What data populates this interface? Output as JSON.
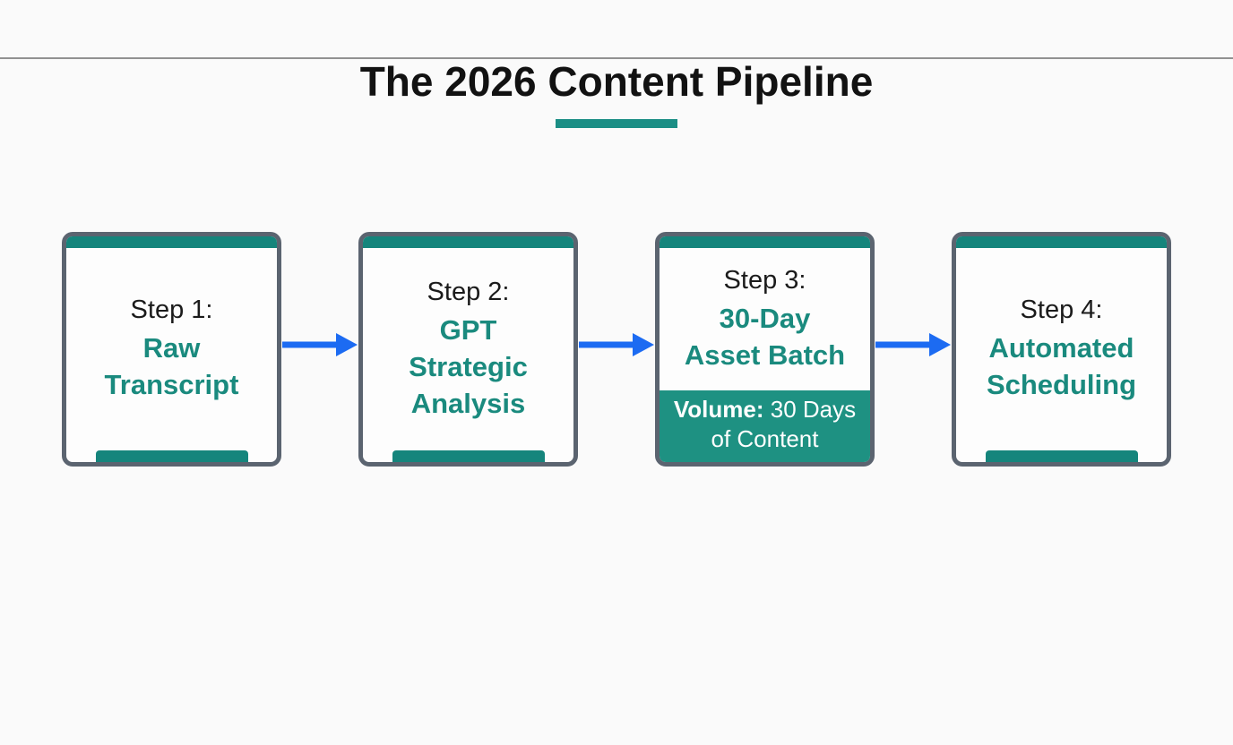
{
  "title": {
    "text": "The 2026 Content Pipeline"
  },
  "colors": {
    "accent_teal_bar": "#15857c",
    "teal_text": "#1a8a7e",
    "banner_teal": "#1e9182",
    "arrow_blue": "#1c6bf2",
    "border_gray": "#5b6470",
    "background": "#fafafa"
  },
  "steps": [
    {
      "label": "Step 1:",
      "title_lines": [
        "Raw",
        "Transcript"
      ]
    },
    {
      "label": "Step 2:",
      "title_lines": [
        "GPT",
        "Strategic",
        "Analysis"
      ]
    },
    {
      "label": "Step 3:",
      "title_lines": [
        "30-Day",
        "Asset Batch"
      ],
      "banner": {
        "bold": "Volume:",
        "rest": "30 Days of Content"
      }
    },
    {
      "label": "Step 4:",
      "title_lines": [
        "Automated",
        "Scheduling"
      ]
    }
  ]
}
